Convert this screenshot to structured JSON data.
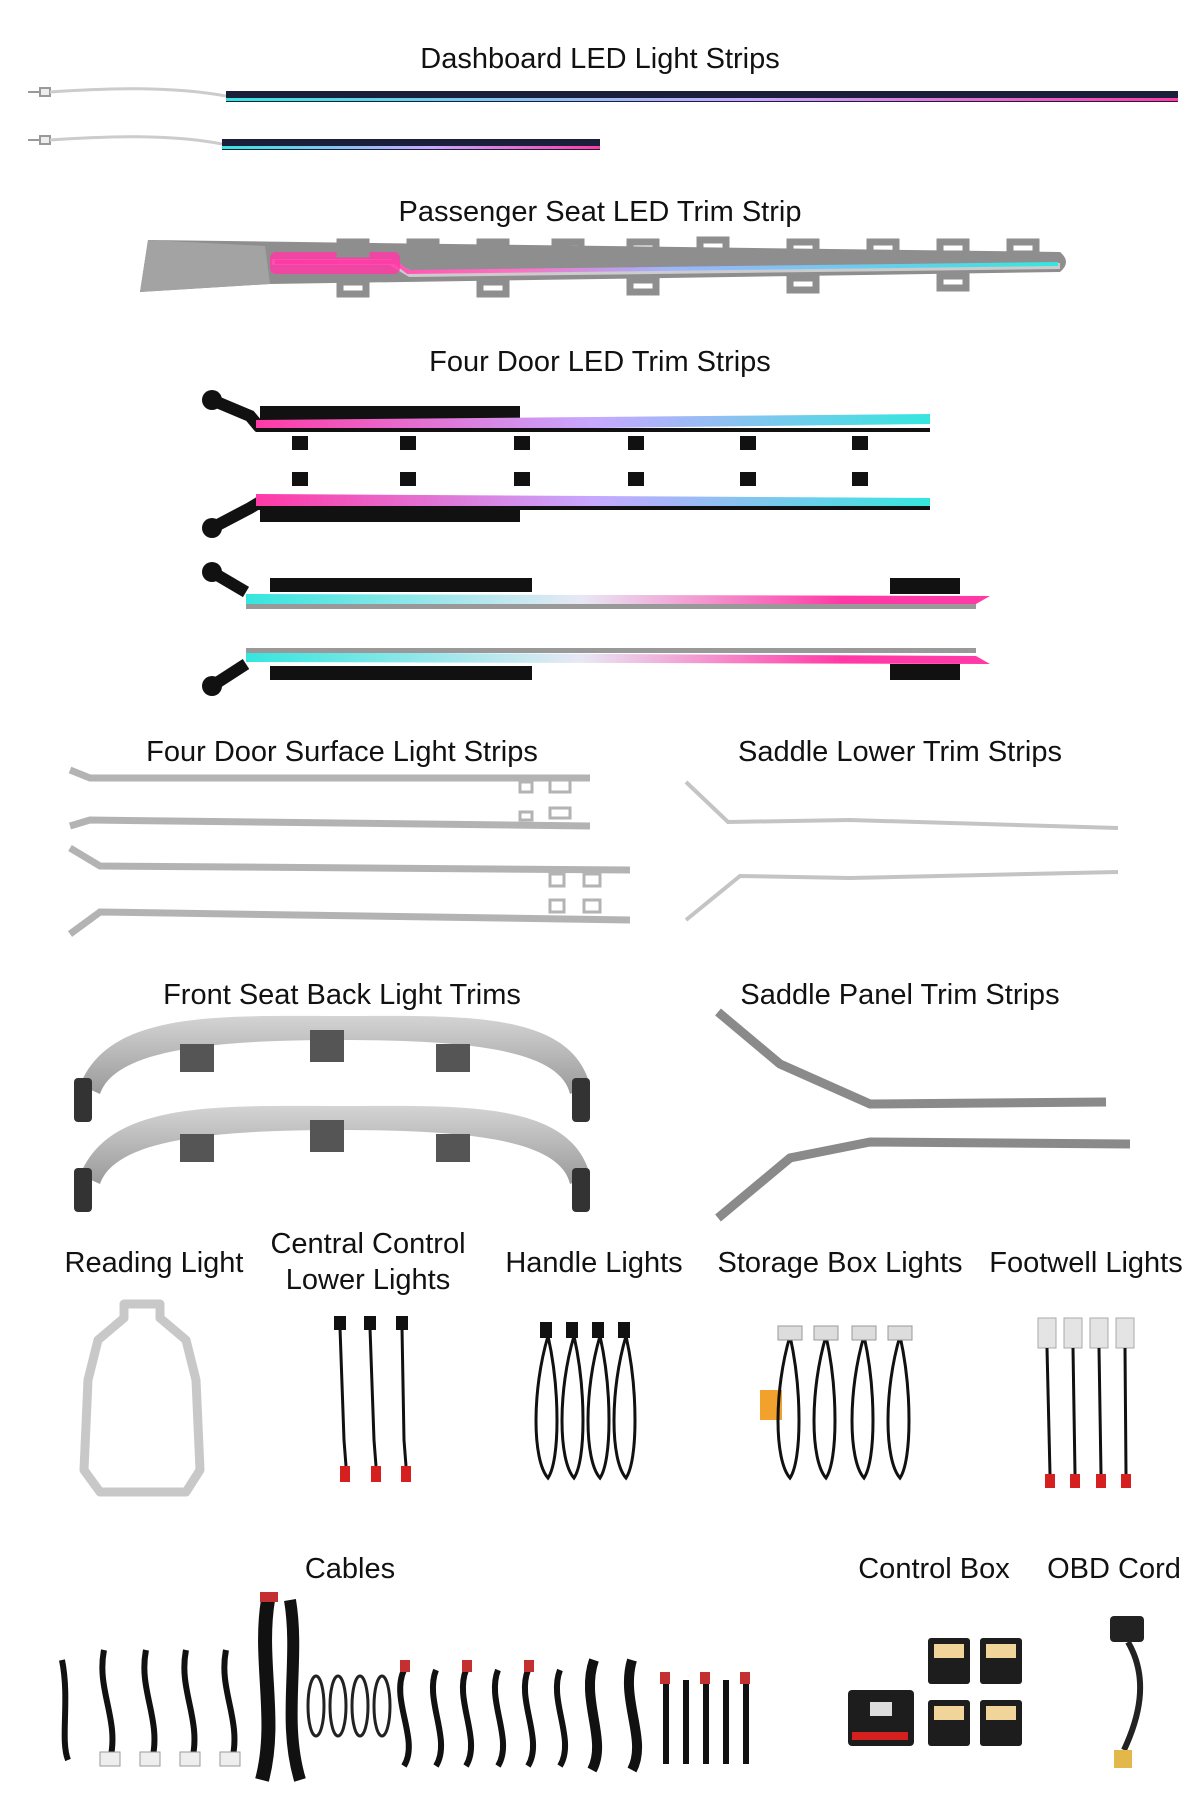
{
  "sections": {
    "dashboard": "Dashboard LED Light Strips",
    "passenger": "Passenger Seat LED Trim Strip",
    "four_door_led": "Four Door LED Trim Strips",
    "four_door_surface": "Four Door Surface Light Strips",
    "saddle_lower": "Saddle Lower Trim Strips",
    "front_seat_back": "Front Seat Back Light Trims",
    "saddle_panel": "Saddle Panel Trim Strips",
    "reading": "Reading Light",
    "central_control": "Central Control Lower Lights",
    "handle": "Handle Lights",
    "storage_box": "Storage Box Lights",
    "footwell": "Footwell Lights",
    "cables": "Cables",
    "control_box": "Control Box",
    "obd": "OBD Cord"
  },
  "colors": {
    "pink": "#ff3aa6",
    "cyan": "#35e6de",
    "gray": "#b9b9b9",
    "dark": "#151515",
    "red": "#d62020"
  },
  "icons": [
    "led-strip",
    "trim-strip",
    "light-ring",
    "wire-harness",
    "control-module",
    "obd-connector"
  ]
}
